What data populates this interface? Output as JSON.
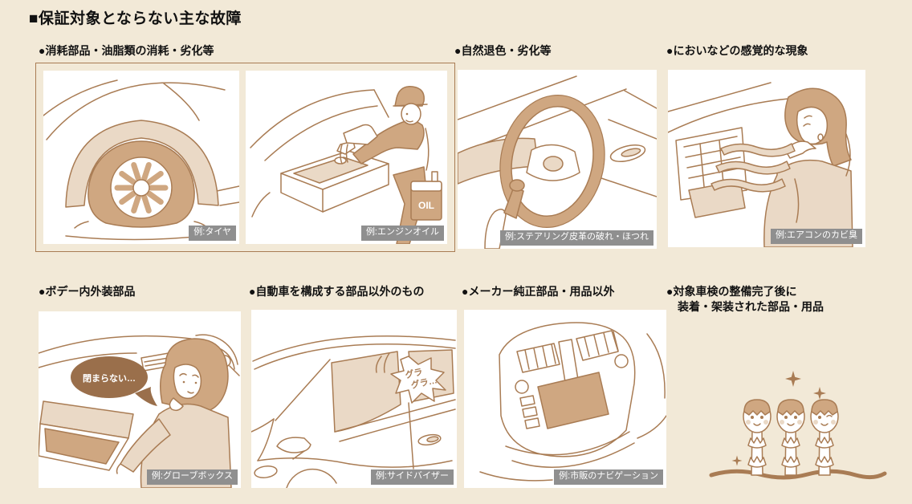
{
  "page": {
    "title": "■保証対象とならない主な故障"
  },
  "colors": {
    "background": "#f2e9d7",
    "line": "#a97c54",
    "fill_light": "#ead9c6",
    "fill_medium": "#cfa781",
    "caption_bg": "#8f8f8f",
    "caption_text": "#ffffff",
    "bubble_bg": "#9a6f4b",
    "group_border": "#a97c54"
  },
  "sections": [
    {
      "id": "consumables",
      "header": "●消耗部品・油脂類の消耗・劣化等",
      "examples": [
        {
          "caption": "例:タイヤ"
        },
        {
          "caption": "例:エンジンオイル",
          "oil_can_label": "OIL"
        }
      ]
    },
    {
      "id": "natural-fading",
      "header": "●自然退色・劣化等",
      "examples": [
        {
          "caption": "例:ステアリング皮革の破れ・ほつれ"
        }
      ]
    },
    {
      "id": "sensory-phenomena",
      "header": "●においなどの感覚的な現象",
      "examples": [
        {
          "caption": "例:エアコンのカビ臭"
        }
      ]
    },
    {
      "id": "body-interior-exterior-parts",
      "header": "●ボデー内外装部品",
      "examples": [
        {
          "caption": "例:グローブボックス",
          "speech_bubble": "閉まらない…"
        }
      ]
    },
    {
      "id": "non-constituent-parts",
      "header": "●自動車を構成する部品以外のもの",
      "examples": [
        {
          "caption": "例:サイドバイザー",
          "speech_bubble_lines": [
            "グラ",
            "グラ…"
          ]
        }
      ]
    },
    {
      "id": "non-genuine-parts",
      "header": "●メーカー純正部品・用品以外",
      "examples": [
        {
          "caption": "例:市販のナビゲーション"
        }
      ]
    },
    {
      "id": "parts-added-after-inspection",
      "header_lines": [
        "●対象車検の整備完了後に",
        "装着・架装された部品・用品"
      ],
      "examples": []
    }
  ]
}
